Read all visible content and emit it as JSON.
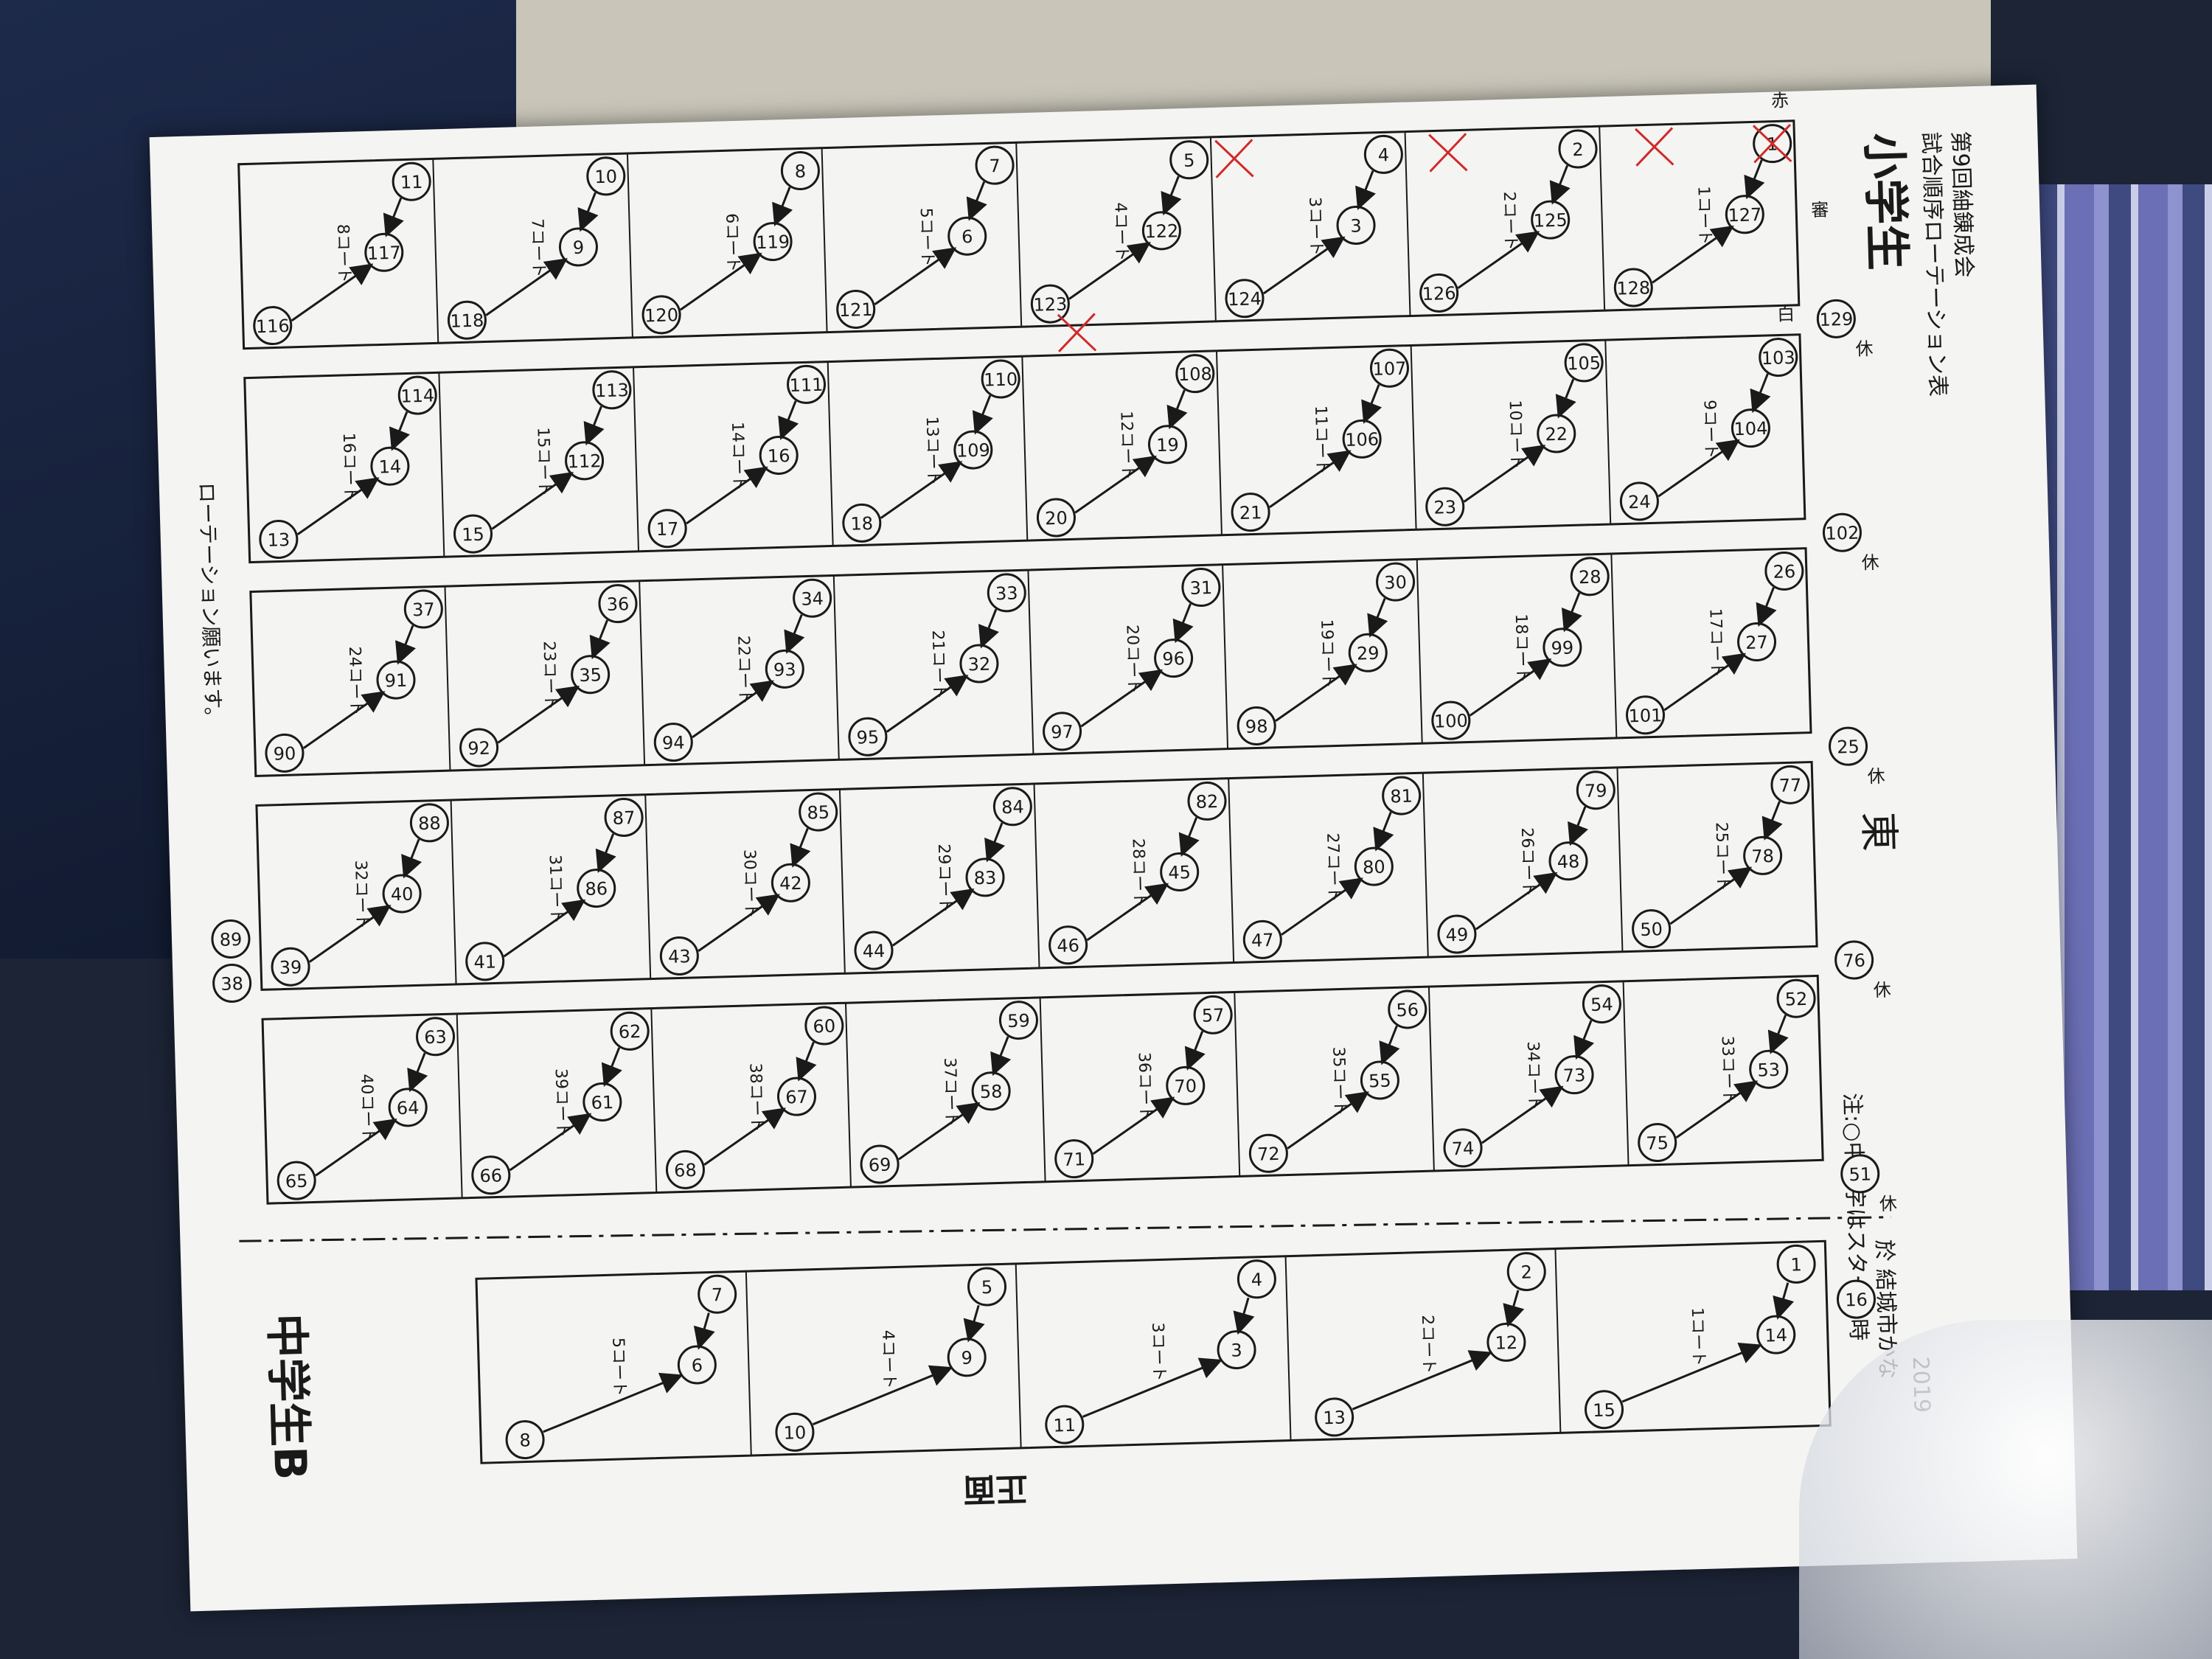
{
  "header": {
    "title_line1": "第9回紬錬成会",
    "title_line2": "試合順序ローテーション表",
    "venue": "於 結城市かな",
    "year": "2019",
    "note": "注:○中数字はスタート時",
    "section_elementary": "小学生",
    "section_middle": "中学生B",
    "direction_east": "東",
    "direction_front": "正面",
    "footer_note": "ローテーション願います。",
    "red_label": "赤",
    "white_label": "白",
    "referee_label": "審",
    "rest_label": "休"
  },
  "elementary": {
    "columns": [
      {
        "courts": [
          "1コート",
          "2コート",
          "3コート",
          "4コート",
          "5コート",
          "6コート",
          "7コート",
          "8コート"
        ],
        "row_top": [
          1,
          2,
          4,
          5,
          7,
          8,
          10,
          11
        ],
        "row_mid": [
          127,
          125,
          3,
          122,
          6,
          119,
          9,
          117
        ],
        "row_bot": [
          128,
          126,
          124,
          123,
          121,
          120,
          118,
          116
        ],
        "rest": 129
      },
      {
        "courts": [
          "9コート",
          "10コート",
          "11コート",
          "12コート",
          "13コート",
          "14コート",
          "15コート",
          "16コート"
        ],
        "row_top": [
          103,
          105,
          107,
          108,
          110,
          111,
          113,
          114
        ],
        "row_mid": [
          104,
          22,
          106,
          19,
          109,
          16,
          112,
          14
        ],
        "row_bot": [
          24,
          23,
          21,
          20,
          18,
          17,
          15,
          13
        ],
        "rest": 102
      },
      {
        "courts": [
          "17コート",
          "18コート",
          "19コート",
          "20コート",
          "21コート",
          "22コート",
          "23コート",
          "24コート"
        ],
        "row_top": [
          26,
          28,
          30,
          31,
          33,
          34,
          36,
          37
        ],
        "row_mid": [
          27,
          99,
          29,
          96,
          32,
          93,
          35,
          91
        ],
        "row_bot": [
          101,
          100,
          98,
          97,
          95,
          94,
          92,
          90
        ],
        "rest": 25
      },
      {
        "courts": [
          "25コート",
          "26コート",
          "27コート",
          "28コート",
          "29コート",
          "30コート",
          "31コート",
          "32コート"
        ],
        "row_top": [
          77,
          79,
          81,
          82,
          84,
          85,
          87,
          88
        ],
        "row_mid": [
          78,
          48,
          80,
          45,
          83,
          42,
          86,
          40
        ],
        "row_bot": [
          50,
          49,
          47,
          46,
          44,
          43,
          41,
          39
        ],
        "rest": 76
      },
      {
        "courts": [
          "33コート",
          "34コート",
          "35コート",
          "36コート",
          "37コート",
          "38コート",
          "39コート",
          "40コート"
        ],
        "row_top": [
          52,
          54,
          56,
          57,
          59,
          60,
          62,
          63
        ],
        "row_mid": [
          53,
          73,
          55,
          70,
          58,
          67,
          61,
          64
        ],
        "row_bot": [
          75,
          74,
          72,
          71,
          69,
          68,
          66,
          65
        ],
        "rest": 51
      }
    ],
    "extra_rest": [
      89,
      38
    ]
  },
  "middle": {
    "courts": [
      "1コート",
      "2コート",
      "3コート",
      "4コート",
      "5コート"
    ],
    "row_top": [
      1,
      2,
      4,
      5,
      7
    ],
    "row_mid": [
      14,
      12,
      3,
      9,
      6
    ],
    "row_bot": [
      15,
      13,
      11,
      10,
      8
    ],
    "rest": 16
  },
  "colors": {
    "paper": "#f4f4f2",
    "ink": "#1a1a1a",
    "red_mark": "#d02a2a"
  }
}
